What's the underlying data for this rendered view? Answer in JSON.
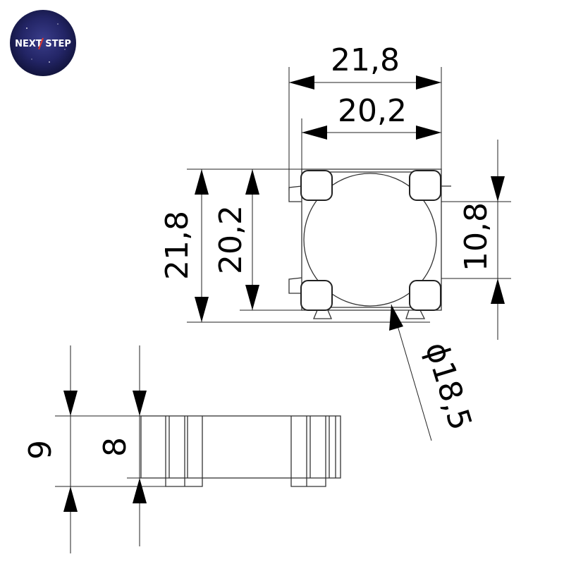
{
  "logo": {
    "text": "NEXT STEP",
    "colors": {
      "inner": "#3a3d8a",
      "mid": "#232566",
      "outer": "#12143d",
      "accent": "#e0362c"
    }
  },
  "top_view": {
    "width_outer": "21,8",
    "width_inner": "20,2",
    "height_outer": "21,8",
    "height_inner": "20,2",
    "pad_spacing": "10,8",
    "diameter": "ϕ18,5"
  },
  "side_view": {
    "total_height": "9",
    "body_height": "8"
  }
}
